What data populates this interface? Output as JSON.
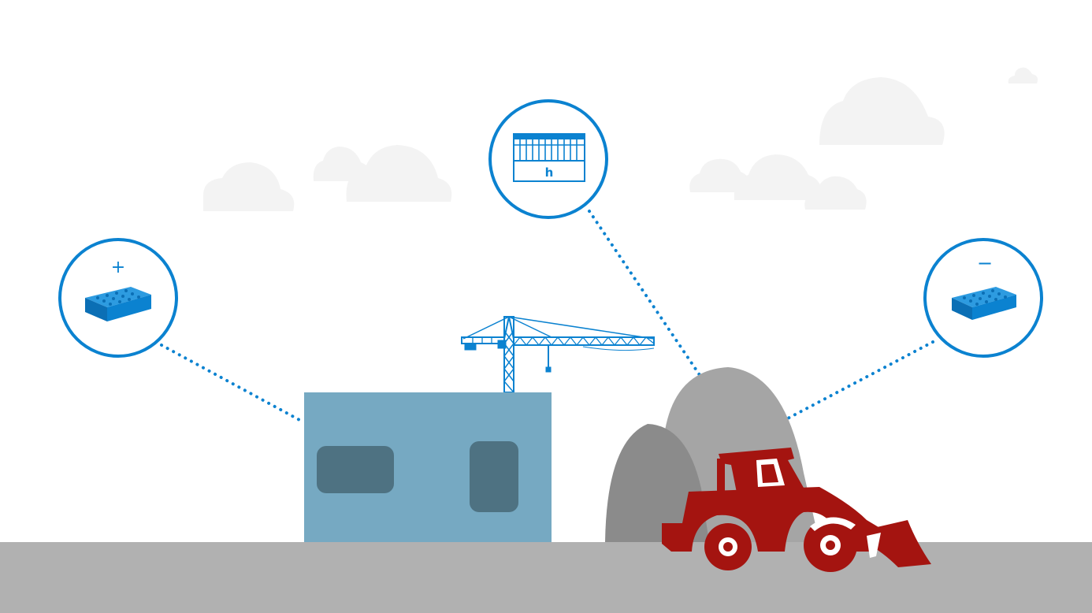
{
  "colors": {
    "accent_blue": "#0b82d0",
    "cloud": "#f3f3f3",
    "ground": "#b1b1b1",
    "building": "#76a9c2",
    "building_window": "#4e7282",
    "rock_light": "#a5a5a5",
    "rock_dark": "#8b8b8b",
    "loader_red": "#a41410"
  },
  "callouts": {
    "left": {
      "icon": "brick-add-icon",
      "sign": "+"
    },
    "center": {
      "icon": "height-gauge-icon",
      "label": "h"
    },
    "right": {
      "icon": "brick-remove-icon",
      "sign": "−"
    }
  },
  "illustration": {
    "building": "building",
    "crane": "tower-crane",
    "rocks": "rock-pile",
    "loader": "wheel-loader"
  }
}
